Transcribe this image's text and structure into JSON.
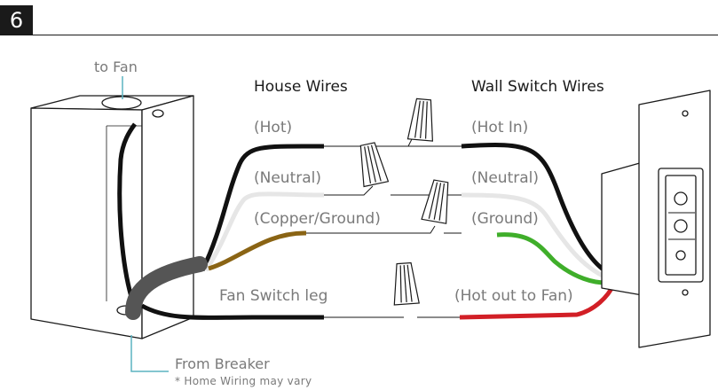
{
  "step": {
    "number": "6"
  },
  "labels": {
    "to_fan": "to Fan",
    "house_wires": "House Wires",
    "wall_switch_wires": "Wall Switch Wires",
    "house_hot": "(Hot)",
    "house_neutral": "(Neutral)",
    "house_ground": "(Copper/Ground)",
    "switch_hot_in": "(Hot In)",
    "switch_neutral": "(Neutral)",
    "switch_ground": "(Ground)",
    "fan_switch_leg": "Fan Switch leg",
    "hot_out_to_fan": "(Hot out to Fan)",
    "from_breaker": "From Breaker",
    "note": "* Home Wiring may vary"
  },
  "colors": {
    "wire_black": "#111111",
    "wire_white": "#e6e6e6",
    "wire_copper": "#8a6414",
    "wire_green": "#3fae2a",
    "wire_red": "#d21f26",
    "cable_sheath": "#555555",
    "callout_teal": "#5bb3c0"
  }
}
